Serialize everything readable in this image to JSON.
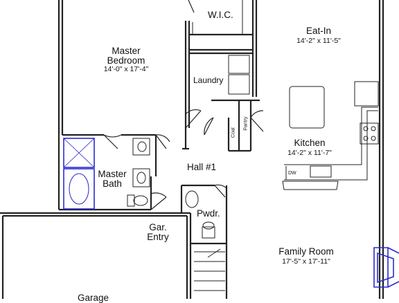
{
  "rooms": {
    "wic": {
      "name": "W.I.C."
    },
    "eat_in": {
      "name": "Eat-In",
      "dims": "14'-2\" x 11'-5\""
    },
    "master_bedroom": {
      "name_line1": "Master",
      "name_line2": "Bedroom",
      "dims": "14'-0\" x 17'-4\""
    },
    "laundry": {
      "name": "Laundry"
    },
    "coat": {
      "name": "Coat"
    },
    "pantry": {
      "name": "Pantry"
    },
    "kitchen": {
      "name": "Kitchen",
      "dims": "14'-2\" x 11'-7\""
    },
    "dishwasher": {
      "name": "DW"
    },
    "master_bath": {
      "name_line1": "Master",
      "name_line2": "Bath"
    },
    "hall": {
      "name": "Hall #1"
    },
    "powder": {
      "name": "Pwdr."
    },
    "garage_entry": {
      "name_line1": "Gar.",
      "name_line2": "Entry"
    },
    "family_room": {
      "name": "Family Room",
      "dims": "17'-5\" x 17'-11\""
    },
    "garage": {
      "name": "Garage"
    }
  },
  "colors": {
    "wall": "#222222",
    "fixture_highlight": "#2a2ad0",
    "background": "#ffffff"
  }
}
